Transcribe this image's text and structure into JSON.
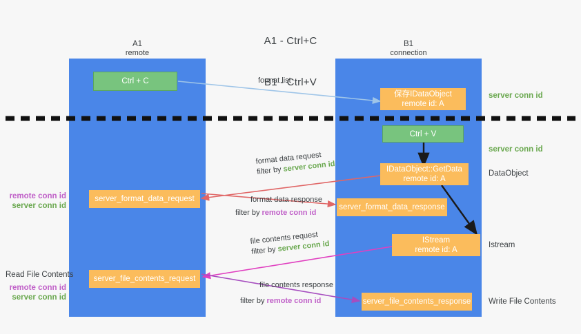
{
  "title": {
    "line1": "A1 - Ctrl+C",
    "line2": "B1 - Ctrl+V"
  },
  "columns": [
    {
      "name": "A1",
      "subtitle": "remote"
    },
    {
      "name": "B1",
      "subtitle": "connection"
    }
  ],
  "colors": {
    "lane": "#4a86e8",
    "green_box": "#78c47e",
    "orange_box": "#fbbc5c",
    "server_conn": "#6aa84f",
    "remote_conn": "#c060c8",
    "arrow_blue": "#9fc5e8",
    "arrow_red": "#e06666",
    "arrow_magenta": "#e040c0",
    "arrow_purple": "#a64dbf",
    "arrow_black": "#1a1a1a",
    "background": "#f7f7f7"
  },
  "boxes": {
    "ctrl_c": {
      "label": "Ctrl + C",
      "style": "green"
    },
    "ctrl_v": {
      "label": "Ctrl + V",
      "style": "green"
    },
    "save_idataobject": {
      "line1": "保存IDataObject",
      "line2": "remote id: A",
      "style": "orange"
    },
    "getdata": {
      "line1": "IDataObject::GetData",
      "line2": "remote id: A",
      "style": "orange"
    },
    "istream": {
      "line1": "IStream",
      "line2": "remote id: A",
      "style": "orange"
    },
    "server_format_data_request": {
      "label": "server_format_data_request",
      "style": "orange"
    },
    "server_format_data_response": {
      "label": "server_format_data_response",
      "style": "orange"
    },
    "server_file_contents_request": {
      "label": "server_file_contents_request",
      "style": "orange"
    },
    "server_file_contents_response": {
      "label": "server_file_contents_response",
      "style": "orange"
    }
  },
  "right_labels": [
    {
      "key": "server_conn_id_1",
      "text": "server conn id",
      "color": "green"
    },
    {
      "key": "server_conn_id_2",
      "text": "server conn id",
      "color": "green"
    },
    {
      "key": "dataobject",
      "text": "DataObject",
      "color": "dark"
    },
    {
      "key": "istream",
      "text": "Istream",
      "color": "dark"
    },
    {
      "key": "write_file_contents",
      "text": "Write File Contents",
      "color": "dark"
    }
  ],
  "left_labels": {
    "group1": {
      "remote": "remote conn id",
      "server": "server conn id"
    },
    "read_file_contents": "Read File Contents",
    "group2": {
      "remote": "remote conn id",
      "server": "server conn id"
    }
  },
  "edges": [
    {
      "key": "format_list",
      "line1": "format list",
      "line2": "",
      "filter_prefix": "",
      "filter_value": "",
      "color": "#9fc5e8"
    },
    {
      "key": "format_data_request",
      "line1": "format data request",
      "filter_prefix": "filter by ",
      "filter_value": "server conn id",
      "filter_color": "green",
      "color": "#e06666"
    },
    {
      "key": "format_data_response",
      "line1": "format data response",
      "filter_prefix": "filter by ",
      "filter_value": "remote conn id",
      "filter_color": "purple",
      "color": "#e06666"
    },
    {
      "key": "file_contents_request",
      "line1": "file contents request",
      "filter_prefix": "filter by ",
      "filter_value": "server conn id",
      "filter_color": "green",
      "color": "#e040c0"
    },
    {
      "key": "file_contents_response",
      "line1": "file contents response",
      "filter_prefix": "filter by ",
      "filter_value": "remote conn id",
      "filter_color": "purple",
      "color": "#a64dbf"
    }
  ]
}
